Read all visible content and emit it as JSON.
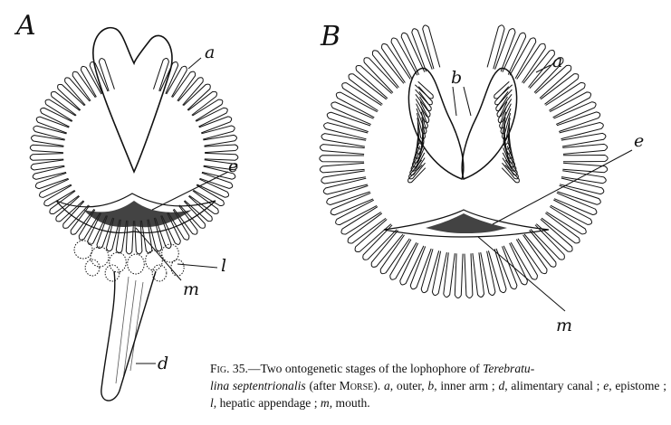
{
  "panels": {
    "A": {
      "letter": "A"
    },
    "B": {
      "letter": "B"
    }
  },
  "labels": {
    "a": "a",
    "b": "b",
    "d": "d",
    "e": "e",
    "l": "l",
    "m": "m"
  },
  "caption": {
    "fig": "Fig. 35.",
    "text1": "—Two ontogenetic stages of the lophophore of ",
    "genus1": "Terebratu-",
    "genus2": "lina septentrionalis",
    "after": " (after ",
    "author": "Morse",
    "after_close": ").  ",
    "legend": [
      {
        "key": "a",
        "text": ", outer, "
      },
      {
        "key": "b",
        "text": ", inner arm ; "
      },
      {
        "key": "d",
        "text": ", alimentary canal ; "
      },
      {
        "key": "e",
        "text": ", epistome ; "
      },
      {
        "key": "l",
        "text": ", hepatic appendage ; "
      },
      {
        "key": "m",
        "text": ", mouth."
      }
    ]
  },
  "colors": {
    "ink": "#111111",
    "paper": "#ffffff"
  }
}
